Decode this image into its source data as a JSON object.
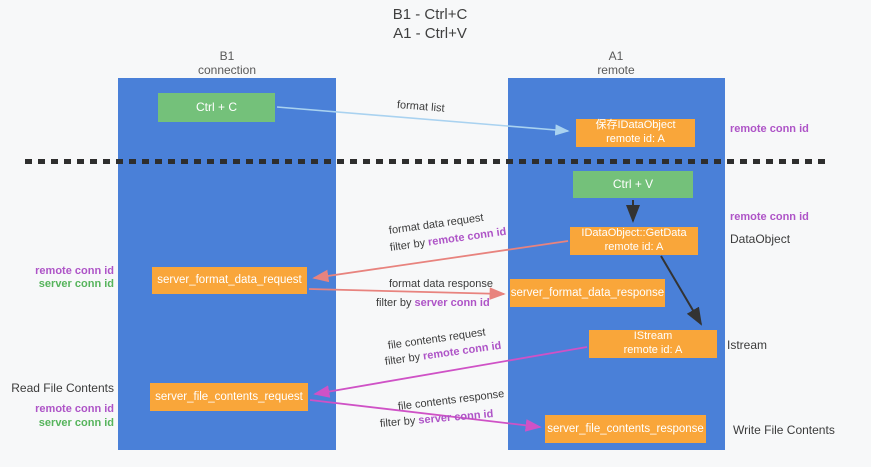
{
  "title": {
    "line1": "B1 - Ctrl+C",
    "line2": "A1 - Ctrl+V"
  },
  "columns": {
    "left": {
      "header_line1": "B1",
      "header_line2": "connection"
    },
    "right": {
      "header_line1": "A1",
      "header_line2": "remote"
    }
  },
  "boxes": {
    "ctrl_c": {
      "label": "Ctrl + C"
    },
    "ctrl_v": {
      "label": "Ctrl + V"
    },
    "save_dataobject": {
      "line1": "保存IDataObject",
      "line2": "remote id: A"
    },
    "getdata": {
      "line1": "IDataObject::GetData",
      "line2": "remote id: A"
    },
    "istream": {
      "line1": "IStream",
      "line2": "remote id: A"
    },
    "format_request": {
      "label": "server_format_data_request"
    },
    "format_response": {
      "label": "server_format_data_response"
    },
    "file_request": {
      "label": "server_file_contents_request"
    },
    "file_response": {
      "label": "server_file_contents_response"
    }
  },
  "flow_labels": {
    "format_list": "format list",
    "format_request": {
      "line1": "format data request",
      "prefix": "filter by ",
      "filter": "remote conn id"
    },
    "format_response": {
      "line1": "format data response",
      "prefix": "filter by ",
      "filter": "server conn id"
    },
    "file_request": {
      "line1": "file contents request",
      "prefix": "filter by ",
      "filter": "remote conn id"
    },
    "file_response": {
      "line1": "file contents response",
      "prefix": "filter by ",
      "filter": "server conn id"
    }
  },
  "side_labels": {
    "remote_conn_id": "remote conn id",
    "server_conn_id": "server conn id",
    "dataobject": "DataObject",
    "istream": "Istream",
    "read_file_contents": "Read File Contents",
    "write_file_contents": "Write File Contents"
  },
  "colors": {
    "column_blue": "#4a80d8",
    "box_green": "#74c17a",
    "box_orange": "#f9a63a",
    "arrow_blue": "#a9d2f0",
    "arrow_black": "#333333",
    "arrow_salmon": "#e8837e",
    "arrow_magenta": "#cf52c6",
    "label_purple": "#ae54c7",
    "label_green": "#56b45c"
  }
}
